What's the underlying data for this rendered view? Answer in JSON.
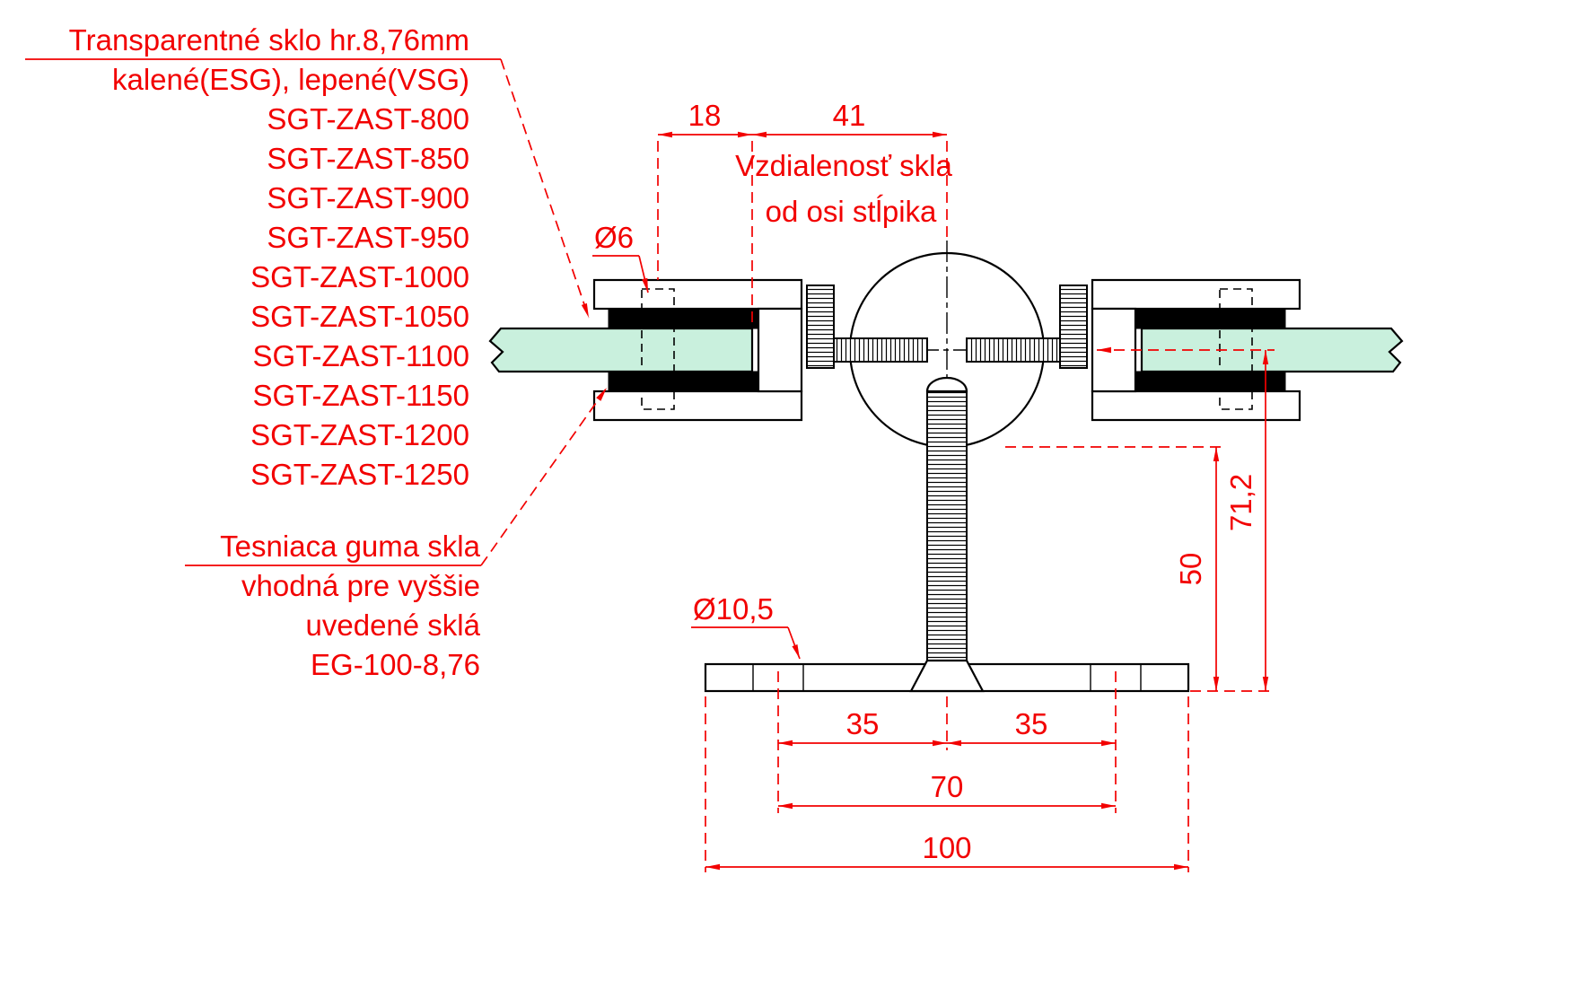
{
  "colors": {
    "annotation": "#f20000",
    "glass": "#c9f0dd",
    "line": "#000000"
  },
  "callouts": {
    "glass_note": [
      "Transparentné sklo hr.8,76mm",
      "kalené(ESG), lepené(VSG)"
    ],
    "products": [
      "SGT-ZAST-800",
      "SGT-ZAST-850",
      "SGT-ZAST-900",
      "SGT-ZAST-950",
      "SGT-ZAST-1000",
      "SGT-ZAST-1050",
      "SGT-ZAST-1100",
      "SGT-ZAST-1150",
      "SGT-ZAST-1200",
      "SGT-ZAST-1250"
    ],
    "seal_note": [
      "Tesniaca guma skla",
      "vhodná pre vyššie",
      "uvedené sklá",
      "EG-100-8,76"
    ],
    "distance_note": [
      "Vzdialenosť skla",
      "od osi stĺpika"
    ]
  },
  "dimensions": {
    "screw_offset": "18",
    "glass_to_axis": "41",
    "screw_dia": "Ø6",
    "hole_dia": "Ø10,5",
    "axis_to_base": "71,2",
    "post_to_base": "50",
    "hole_spacing_left": "35",
    "hole_spacing_right": "35",
    "hole_span": "70",
    "base_width": "100"
  }
}
